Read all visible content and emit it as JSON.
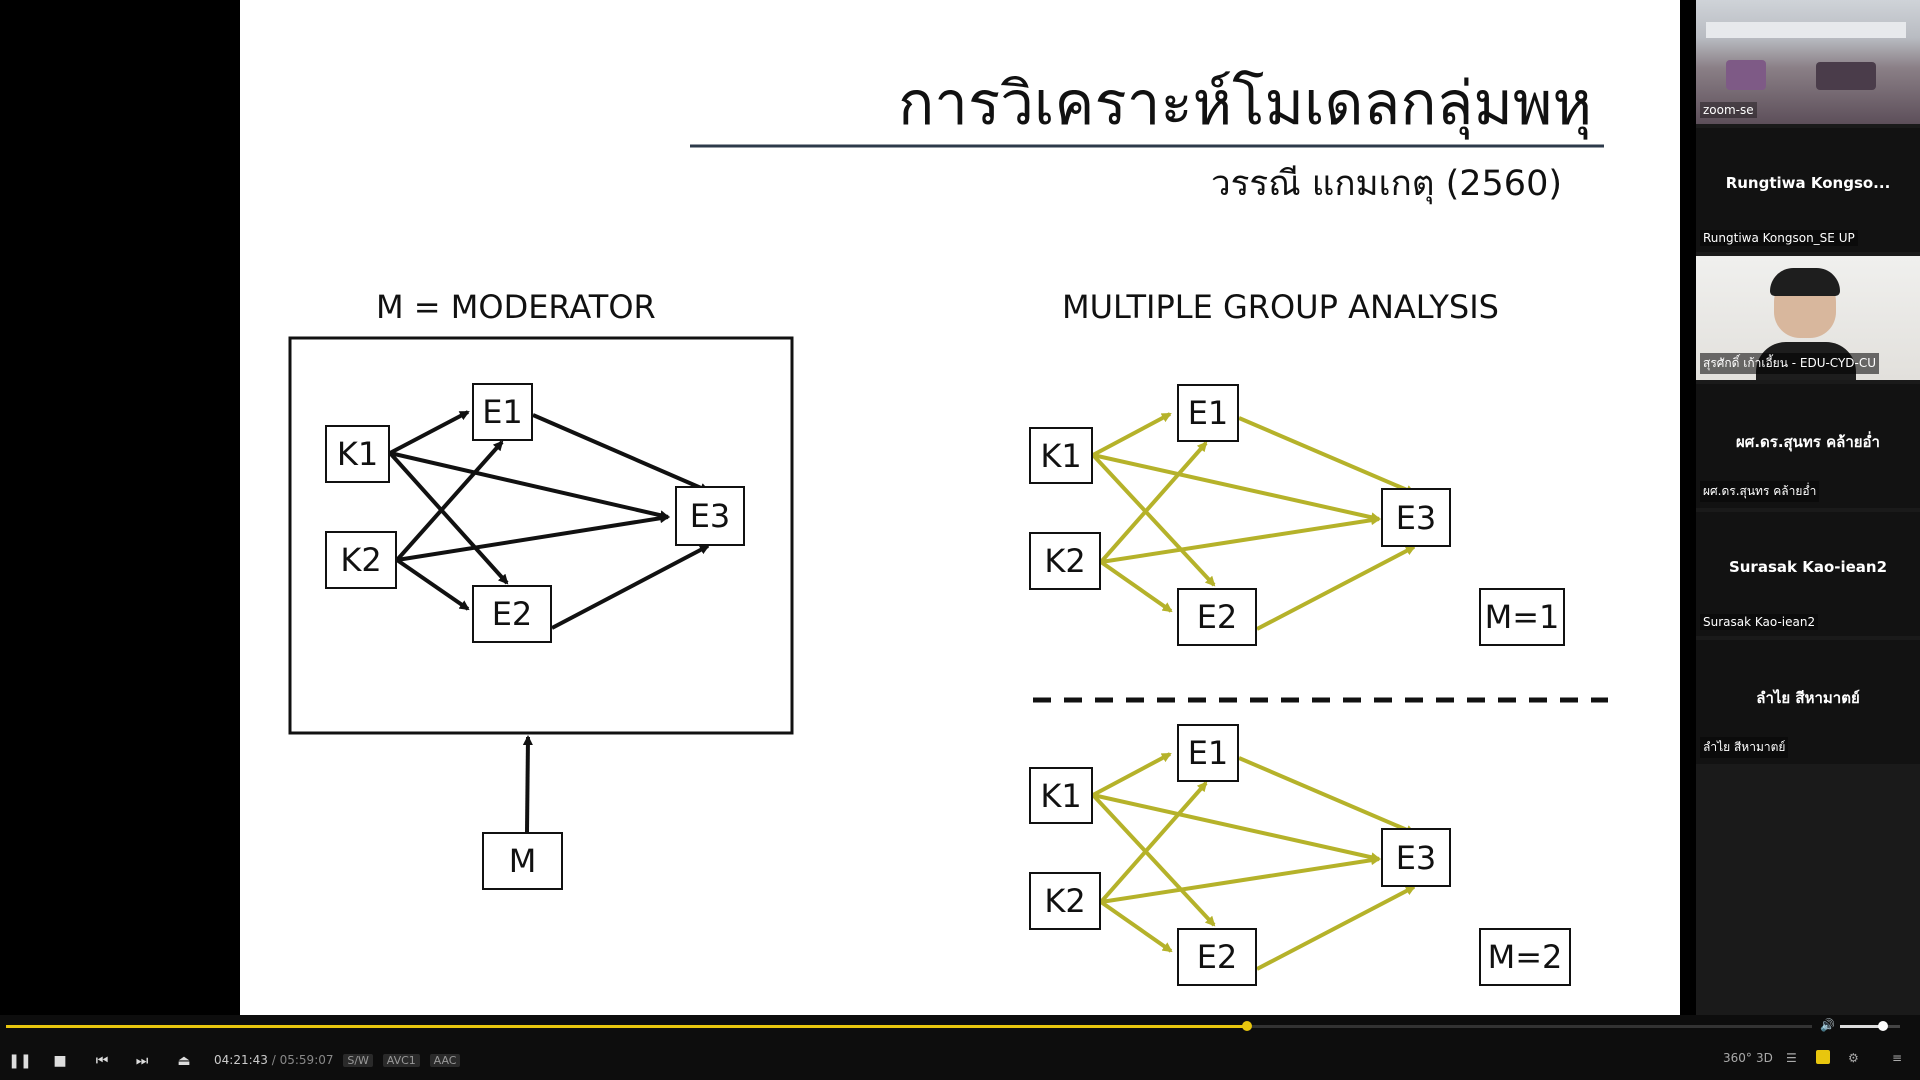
{
  "slide": {
    "title": "การวิเคราะห์โมเดลกลุ่มพหุ",
    "author": "วรรณี แกมเกตุ (2560)",
    "left_heading": "M = MODERATOR",
    "right_heading": "MULTIPLE GROUP ANALYSIS",
    "left_diagram": {
      "k1": "K1",
      "k2": "K2",
      "e1": "E1",
      "e2": "E2",
      "e3": "E3",
      "m": "M"
    },
    "group1": {
      "k1": "K1",
      "k2": "K2",
      "e1": "E1",
      "e2": "E2",
      "e3": "E3",
      "label": "M=1"
    },
    "group2": {
      "k1": "K1",
      "k2": "K2",
      "e1": "E1",
      "e2": "E2",
      "e3": "E3",
      "label": "M=2"
    },
    "arrow_color_left": "#111111",
    "arrow_color_right": "#b5b22a"
  },
  "participants": [
    {
      "center": "",
      "name": "zoom-se"
    },
    {
      "center": "Rungtiwa  Kongso...",
      "name": "Rungtiwa Kongson_SE UP"
    },
    {
      "center": "",
      "name": "สุรศักดิ์ เก้าเอี้ยน - EDU-CYD-CU"
    },
    {
      "center": "ผศ.ดร.สุนทร คล้ายอ่ำ",
      "name": "ผศ.ดร.สุนทร คล้ายอ่ำ"
    },
    {
      "center": "Surasak Kao-iean2",
      "name": "Surasak Kao-iean2"
    },
    {
      "center": "ลำไย สีหามาตย์",
      "name": "ลำไย สีหามาตย์"
    }
  ],
  "player": {
    "current_time": "04:21:43",
    "separator": "/",
    "total_time": "05:59:07",
    "tag1": "S/W",
    "tag2": "AVC1",
    "tag3": "AAC",
    "icon_360": "360°",
    "icon_3d": "3D",
    "progress": 0.687,
    "volume": 0.72,
    "accent": "#e8c60e"
  }
}
